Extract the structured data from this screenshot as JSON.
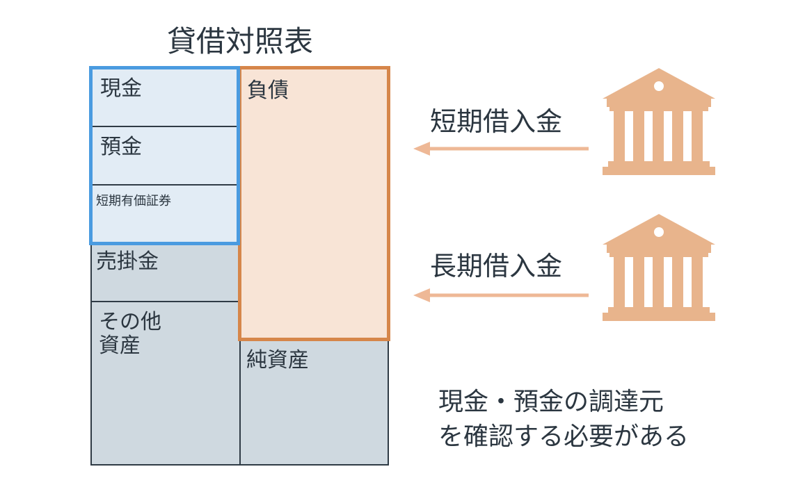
{
  "title": "貸借対照表",
  "balance_sheet": {
    "assets": {
      "cash": "現金",
      "deposits": "預金",
      "securities": "短期有価証券",
      "receivables": "売掛金",
      "other": "その他\n資産"
    },
    "liabilities": "負債",
    "net_assets": "純資産"
  },
  "sources": [
    {
      "label": "短期借入金",
      "icon": "bank-icon"
    },
    {
      "label": "長期借入金",
      "icon": "bank-icon"
    }
  ],
  "note": {
    "line1": "現金・預金の調達元",
    "line2": "を確認する必要がある"
  },
  "colors": {
    "current_assets_border": "#4a9be0",
    "current_assets_fill": "#e2ecf5",
    "liabilities_border": "#d6864a",
    "liabilities_fill": "#f8e4d6",
    "other_fill": "#cfd9e0",
    "bank": "#e8b48c",
    "arrow": "#eeb896"
  }
}
